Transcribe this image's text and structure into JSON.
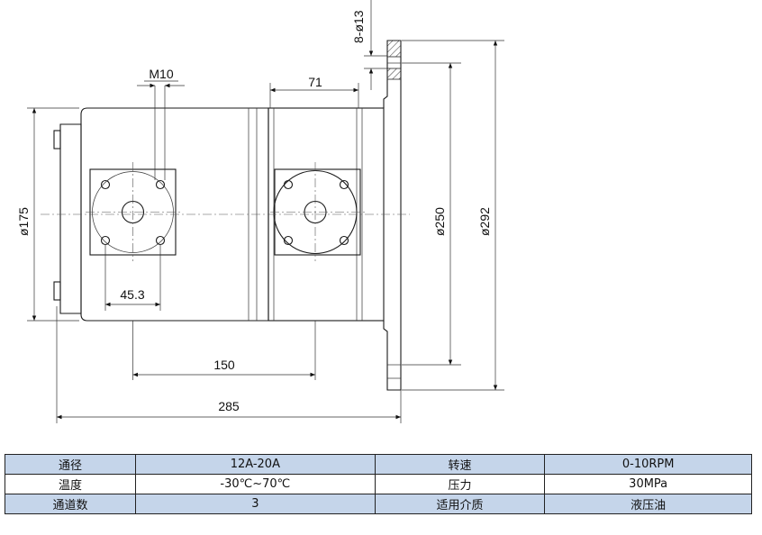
{
  "drawing": {
    "dimensions": {
      "thread": "M10",
      "flange_spacing": "71",
      "holes": "8-ø13",
      "body_diameter": "ø175",
      "pitch_diameter": "ø250",
      "flange_diameter": "ø292",
      "port_offset": "45.3",
      "port_spacing": "150",
      "overall_length": "285"
    }
  },
  "spec_table": {
    "rows": [
      [
        "通径",
        "12A-20A",
        "转速",
        "0-10RPM"
      ],
      [
        "温度",
        "-30℃~70℃",
        "压力",
        "30MPa"
      ],
      [
        "通道数",
        "3",
        "适用介质",
        "液压油"
      ]
    ]
  },
  "colors": {
    "header_shade": "#c5d5ea",
    "line": "#1a1a1a"
  }
}
